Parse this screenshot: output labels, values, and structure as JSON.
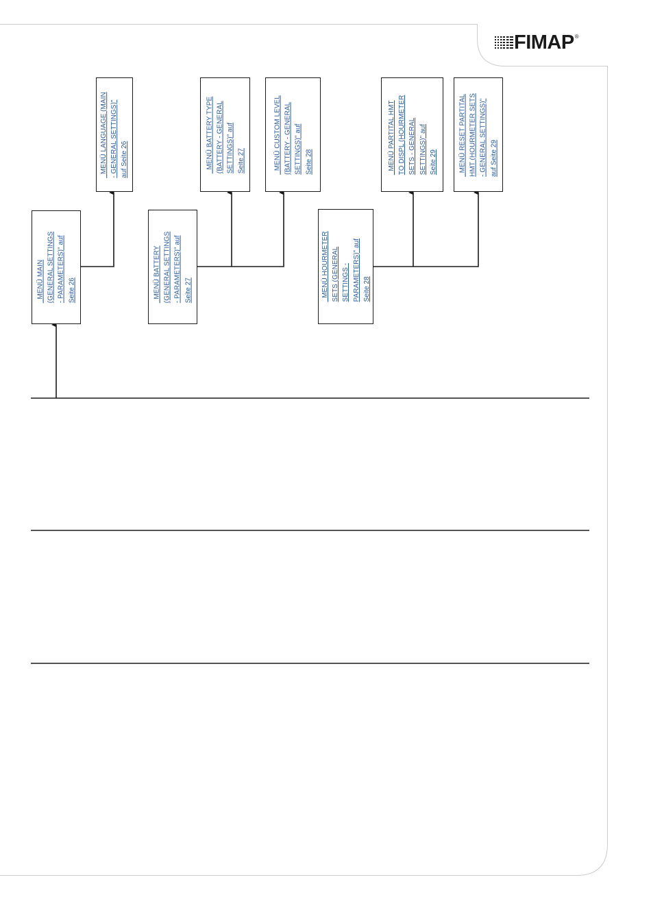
{
  "brand": {
    "logo_text": "FIMAP",
    "registered_mark": "®",
    "logo_icon": "dot-grid-icon"
  },
  "diagram": {
    "boxes": {
      "main": "_MENÜ MAIN\n(GENERAL SETTINGS\n- PARAMETERS)\" auf\nSeite 26",
      "language": "_MENÜ LANGUAGE (MAIN\n- GENERAL SETTINGS)\"\nauf Seite 26",
      "battery": "_MENÜ BATTERY\n(GENERAL SETTINGS\n- PARAMETERS)\" auf\nSeite 27",
      "battery_type": "_MENÜ BATTERY TYPE\n(BATTERY - GENERAL\nSETTINGS)\" auf\nSeite 27",
      "custom_level": "_MENÜ CUSTOM LEVEL\n(BATTERY - GENERAL\nSETTINGS)\" auf\nSeite 28",
      "hourmeter": "_MENÜ HOURMETER\nSETS (GENERAL\nSETTINGS -\nPARAMETERS)\" auf\nSeite 28",
      "partital_hmt": "_MENÜ PARTITAL HMT\nTO DISPL (HOURMETER\nSETS - GENERAL\nSETTINGS)\" auf\nSeite 29",
      "reset_partital": "_MENÜ RESET PARTITAL\nHMT (HOURMETER SETS\n- GENERAL SETTINGS)\"\nauf Seite 29"
    }
  },
  "colors": {
    "link": "#2b5c9c",
    "line": "#1a1a1a",
    "frame": "#cccccc"
  }
}
